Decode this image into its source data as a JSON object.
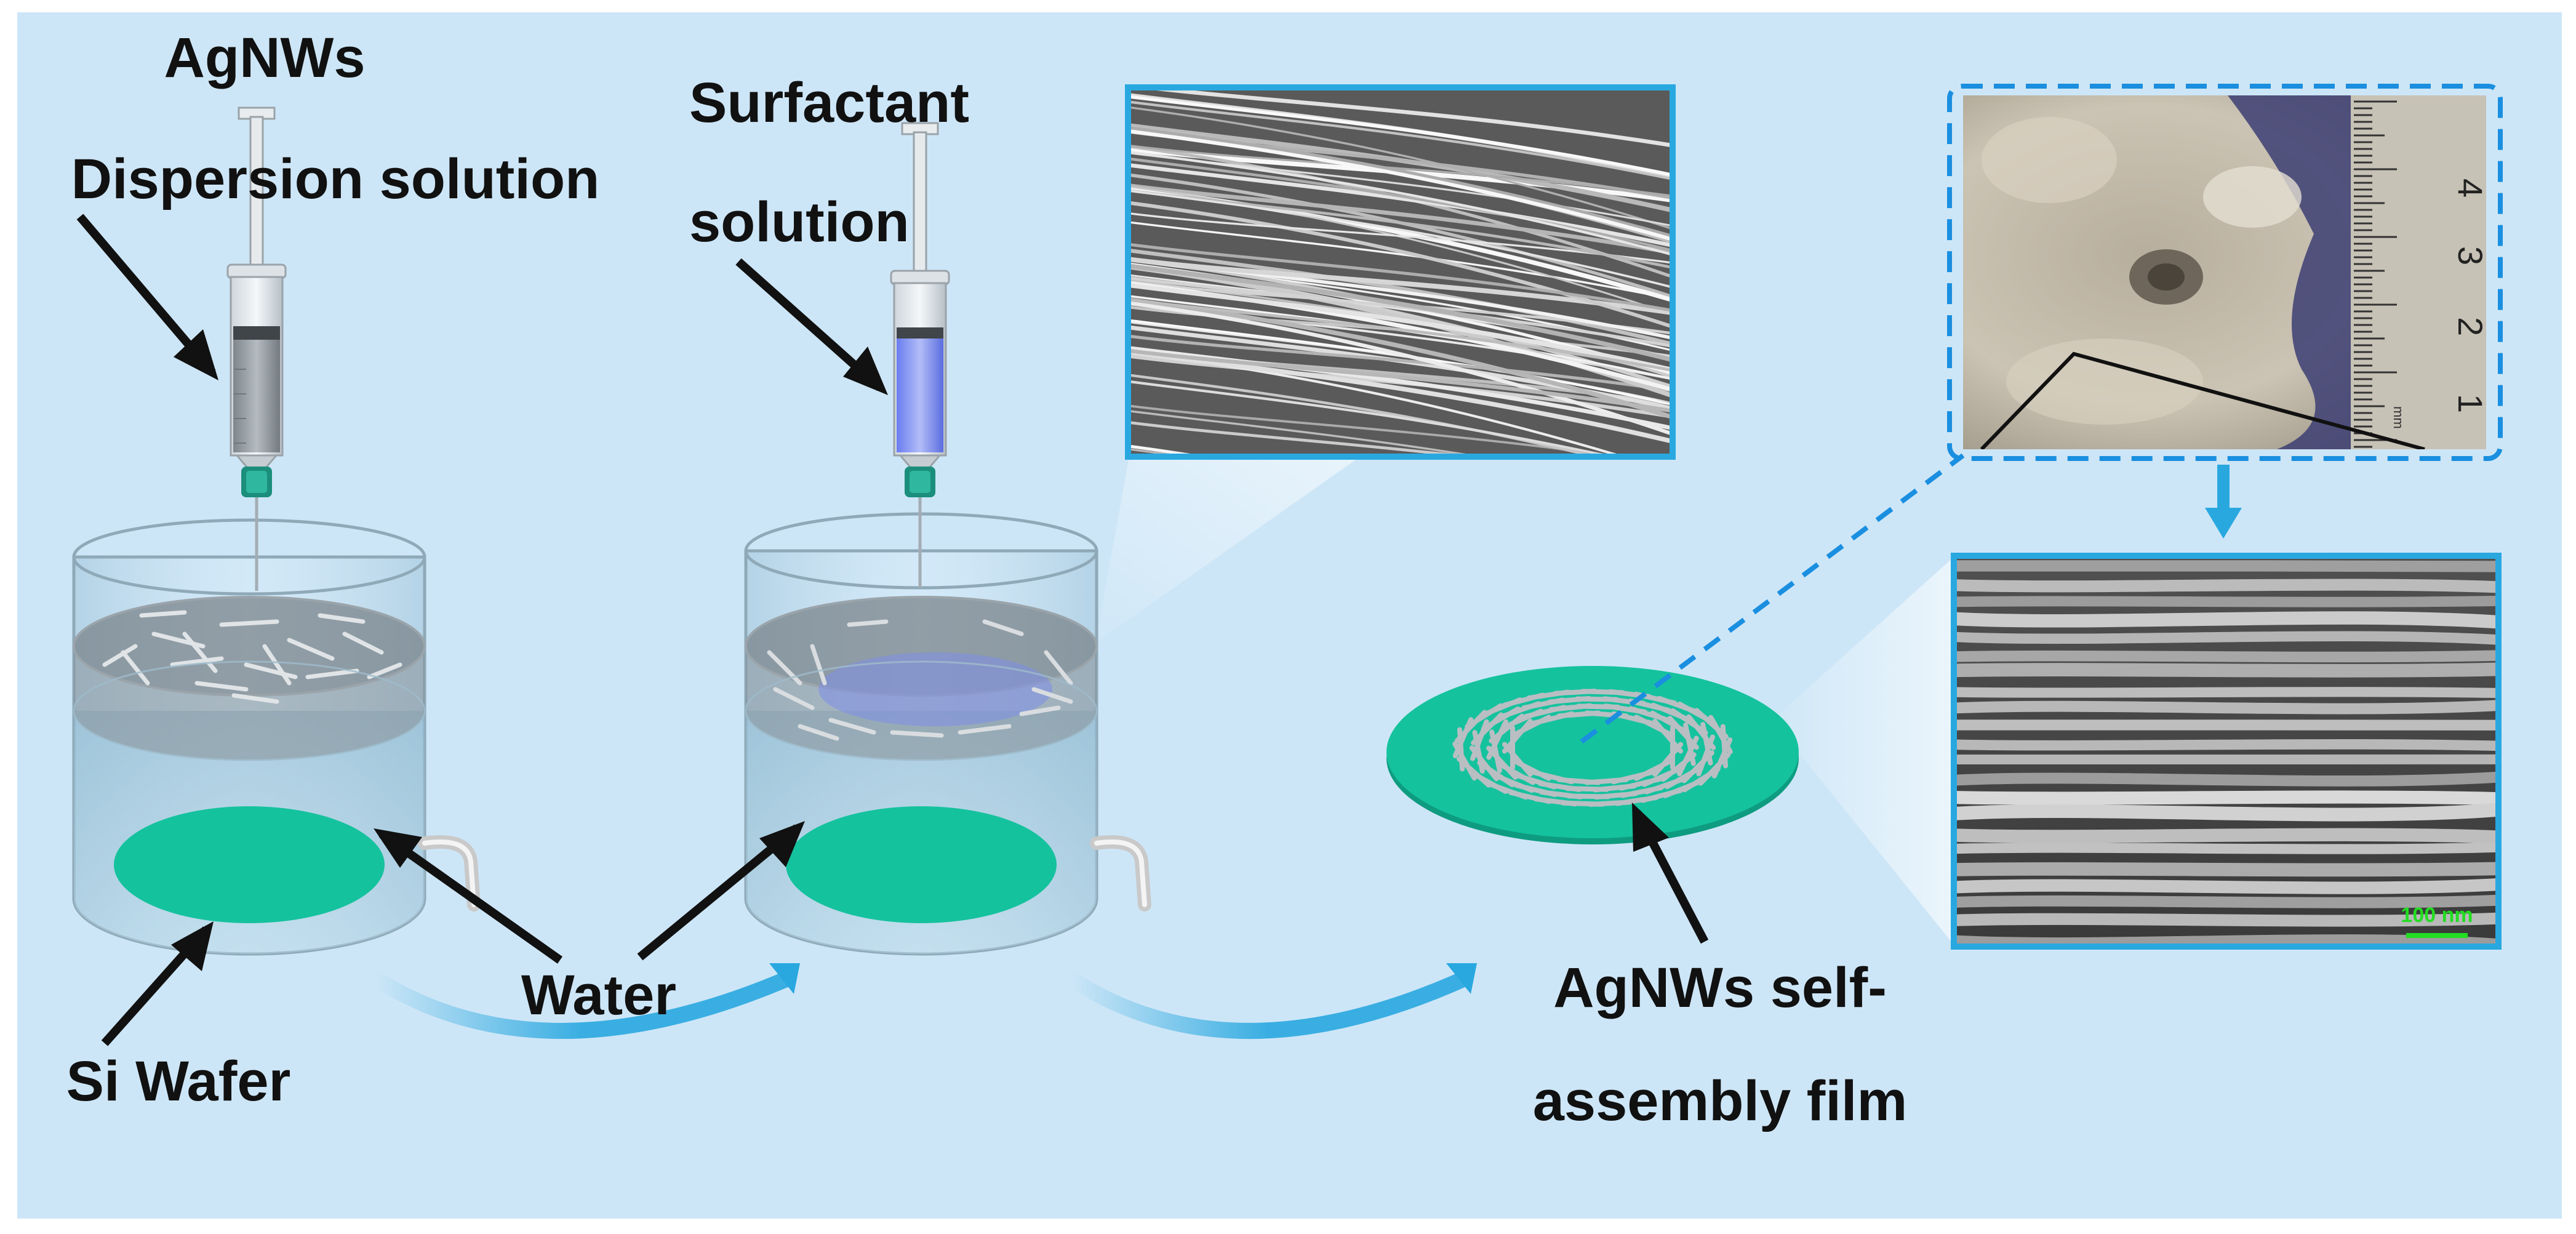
{
  "labels": {
    "agnws_title": "AgNWs",
    "dispersion": "Dispersion solution",
    "surfactant": "Surfactant",
    "surfactant_solution": "solution",
    "water": "Water",
    "si_wafer": "Si Wafer",
    "film_line1": "AgNWs self-",
    "film_line2": "assembly film",
    "scale_bar": "100 nm",
    "ruler_numbers": [
      "4",
      "3",
      "2",
      "1"
    ],
    "ruler_unit": "mm"
  },
  "colors": {
    "background": "#cde6f7",
    "frame": "#29a8e0",
    "wafer": "#15c29e",
    "surfactant_fluid": "#7d8ee8",
    "scale_bar": "#22dd22"
  }
}
